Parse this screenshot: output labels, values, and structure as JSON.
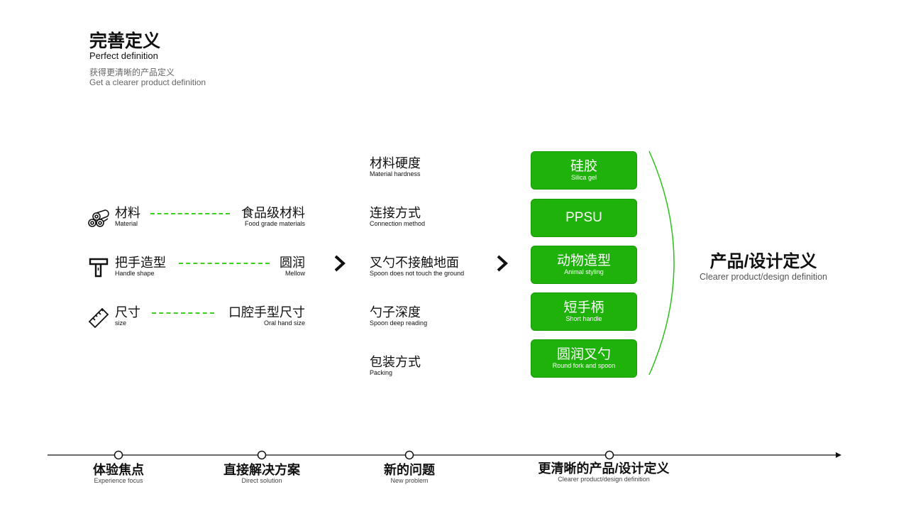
{
  "header": {
    "title": "完善定义",
    "subtitle": "Perfect definition",
    "desc_cn": "获得更清晰的产品定义",
    "desc_en": "Get a clearer product definition"
  },
  "attributes": [
    {
      "icon": "material-rolls-icon",
      "label": "材料",
      "label_en": "Material",
      "value": "食品级材料",
      "value_en": "Food grade materials"
    },
    {
      "icon": "handle-icon",
      "label": "把手造型",
      "label_en": "Handle shape",
      "value": "圆润",
      "value_en": "Mellow"
    },
    {
      "icon": "ruler-icon",
      "label": "尺寸",
      "label_en": "size",
      "value": "口腔手型尺寸",
      "value_en": "Oral hand size"
    }
  ],
  "considerations": [
    {
      "cn": "材料硬度",
      "en": "Material hardness"
    },
    {
      "cn": "连接方式",
      "en": "Connection method"
    },
    {
      "cn": "叉勺不接触地面",
      "en": "Spoon does not touch the ground"
    },
    {
      "cn": "勺子深度",
      "en": "Spoon deep reading"
    },
    {
      "cn": "包装方式",
      "en": "Packing"
    }
  ],
  "results": [
    {
      "cn": "硅胶",
      "en": "Silica gel"
    },
    {
      "cn": "PPSU",
      "en": ""
    },
    {
      "cn": "动物造型",
      "en": "Animal styling"
    },
    {
      "cn": "短手柄",
      "en": "Short handle"
    },
    {
      "cn": "圆润叉勺",
      "en": "Round fork and spoon"
    }
  ],
  "conclusion": {
    "cn": "产品/设计定义",
    "en": "Clearer product/design definition"
  },
  "timeline": [
    {
      "cn": "体验焦点",
      "en": "Experience focus"
    },
    {
      "cn": "直接解决方案",
      "en": "Direct solution"
    },
    {
      "cn": "新的问题",
      "en": "New problem"
    },
    {
      "cn": "更清晰的产品/设计定义",
      "en": "Clearer product/design definition"
    }
  ],
  "colors": {
    "accent": "#1eb20a",
    "dash": "#3ccf1e"
  }
}
